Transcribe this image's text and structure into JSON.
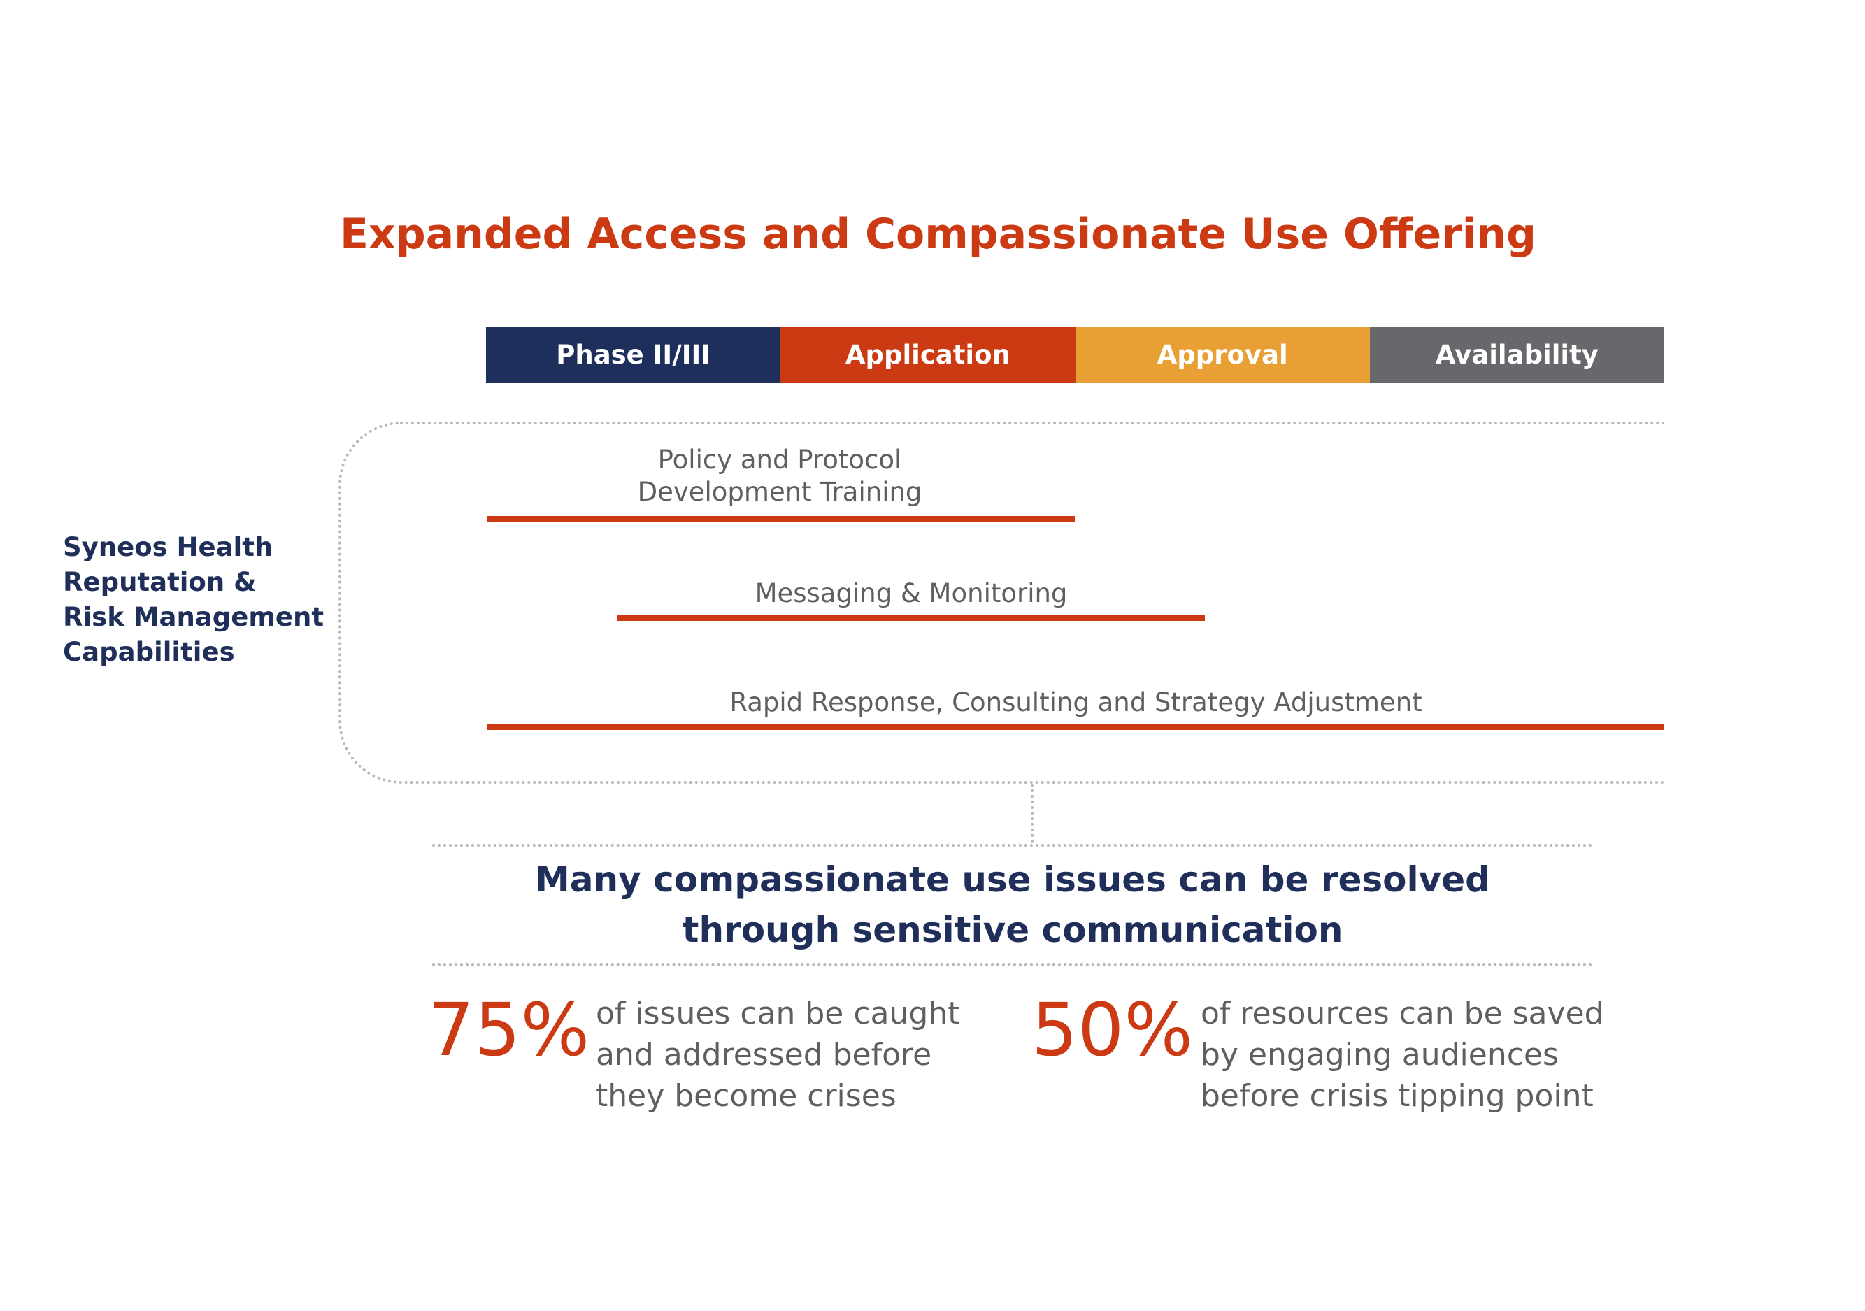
{
  "title": "Expanded Access and Compassionate Use Offering",
  "phases": [
    {
      "label": "Phase II/III",
      "color": "#1e2f5b"
    },
    {
      "label": "Application",
      "color": "#cc3a14"
    },
    {
      "label": "Approval",
      "color": "#e8a034"
    },
    {
      "label": "Availability",
      "color": "#67686b"
    }
  ],
  "side_label": {
    "line1": "Syneos Health",
    "line2": "Reputation &",
    "line3": "Risk Management",
    "line4": "Capabilities"
  },
  "capabilities": [
    {
      "line1": "Policy and Protocol",
      "line2": "Development Training"
    },
    {
      "line1": "Messaging & Monitoring"
    },
    {
      "line1": "Rapid Response, Consulting and Strategy Adjustment"
    }
  ],
  "headline": {
    "line1": "Many compassionate use issues can be resolved",
    "line2": "through sensitive communication"
  },
  "stats": [
    {
      "value": "75%",
      "line1": "of issues can be caught",
      "line2": "and addressed before",
      "line3": "they become crises"
    },
    {
      "value": "50%",
      "line1": "of resources can be saved",
      "line2": "by engaging audiences",
      "line3": "before crisis tipping point"
    }
  ]
}
